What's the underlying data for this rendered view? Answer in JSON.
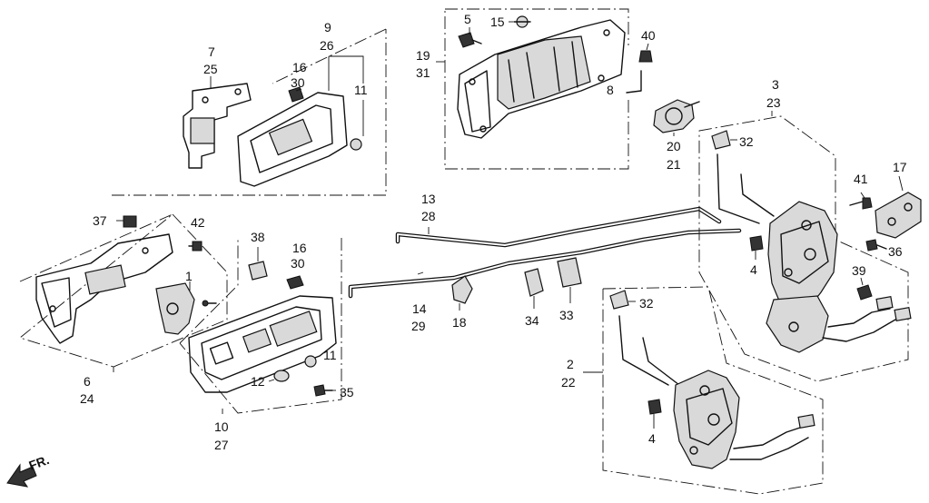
{
  "callouts": {
    "c1": "1",
    "c2": "2",
    "c22": "22",
    "c3": "3",
    "c23": "23",
    "c4a": "4",
    "c4b": "4",
    "c5": "5",
    "c6": "6",
    "c24": "24",
    "c7": "7",
    "c25": "25",
    "c8": "8",
    "c9": "9",
    "c26": "26",
    "c10": "10",
    "c27": "27",
    "c11a": "11",
    "c11b": "11",
    "c12": "12",
    "c13": "13",
    "c28": "28",
    "c14": "14",
    "c29": "29",
    "c15": "15",
    "c16a": "16",
    "c30a": "30",
    "c16b": "16",
    "c30b": "30",
    "c17": "17",
    "c18": "18",
    "c19": "19",
    "c31": "31",
    "c20": "20",
    "c21": "21",
    "c32a": "32",
    "c32b": "32",
    "c33": "33",
    "c34": "34",
    "c35": "35",
    "c36": "36",
    "c37": "37",
    "c38": "38",
    "c39": "39",
    "c40": "40",
    "c41": "41",
    "c42": "42"
  },
  "direction_label": "FR."
}
